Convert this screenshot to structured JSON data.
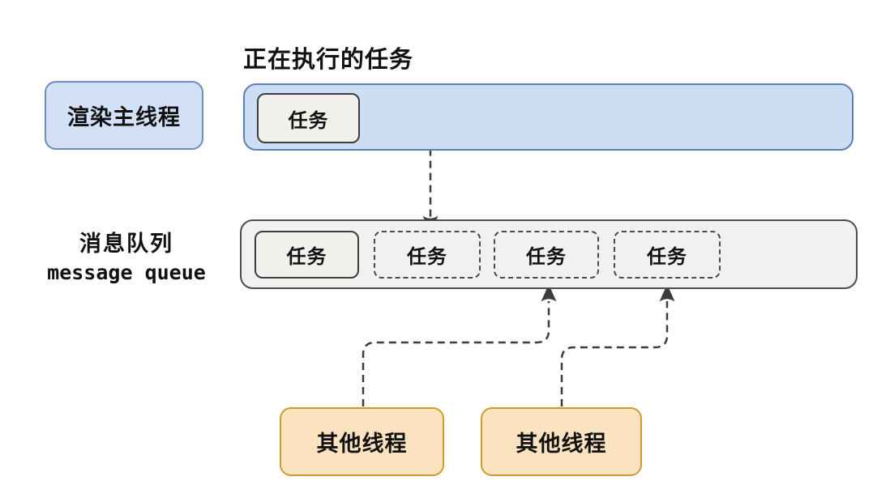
{
  "title": "正在执行的任务",
  "render_main_thread": {
    "label": "渲染主线程"
  },
  "executing_task": {
    "label": "任务"
  },
  "message_queue": {
    "label_zh": "消息队列",
    "label_en": "message queue",
    "tasks": [
      {
        "label": "任务",
        "border": "solid"
      },
      {
        "label": "任务",
        "border": "dashed"
      },
      {
        "label": "任务",
        "border": "dashed"
      },
      {
        "label": "任务",
        "border": "dashed"
      }
    ]
  },
  "other_threads": [
    {
      "label": "其他线程"
    },
    {
      "label": "其他线程"
    }
  ],
  "colors": {
    "blue_fill": "#ccddf4",
    "blue_border": "#5d7fb4",
    "gray_fill": "#f2f1ef",
    "gray_border": "#4d4d4d",
    "task_fill": "#f1f0ed",
    "task_border": "#3d3d3d",
    "orange_fill": "#fce3c0",
    "orange_border": "#d09a2e",
    "arrow": "#3c3c3c",
    "text": "#111111"
  }
}
